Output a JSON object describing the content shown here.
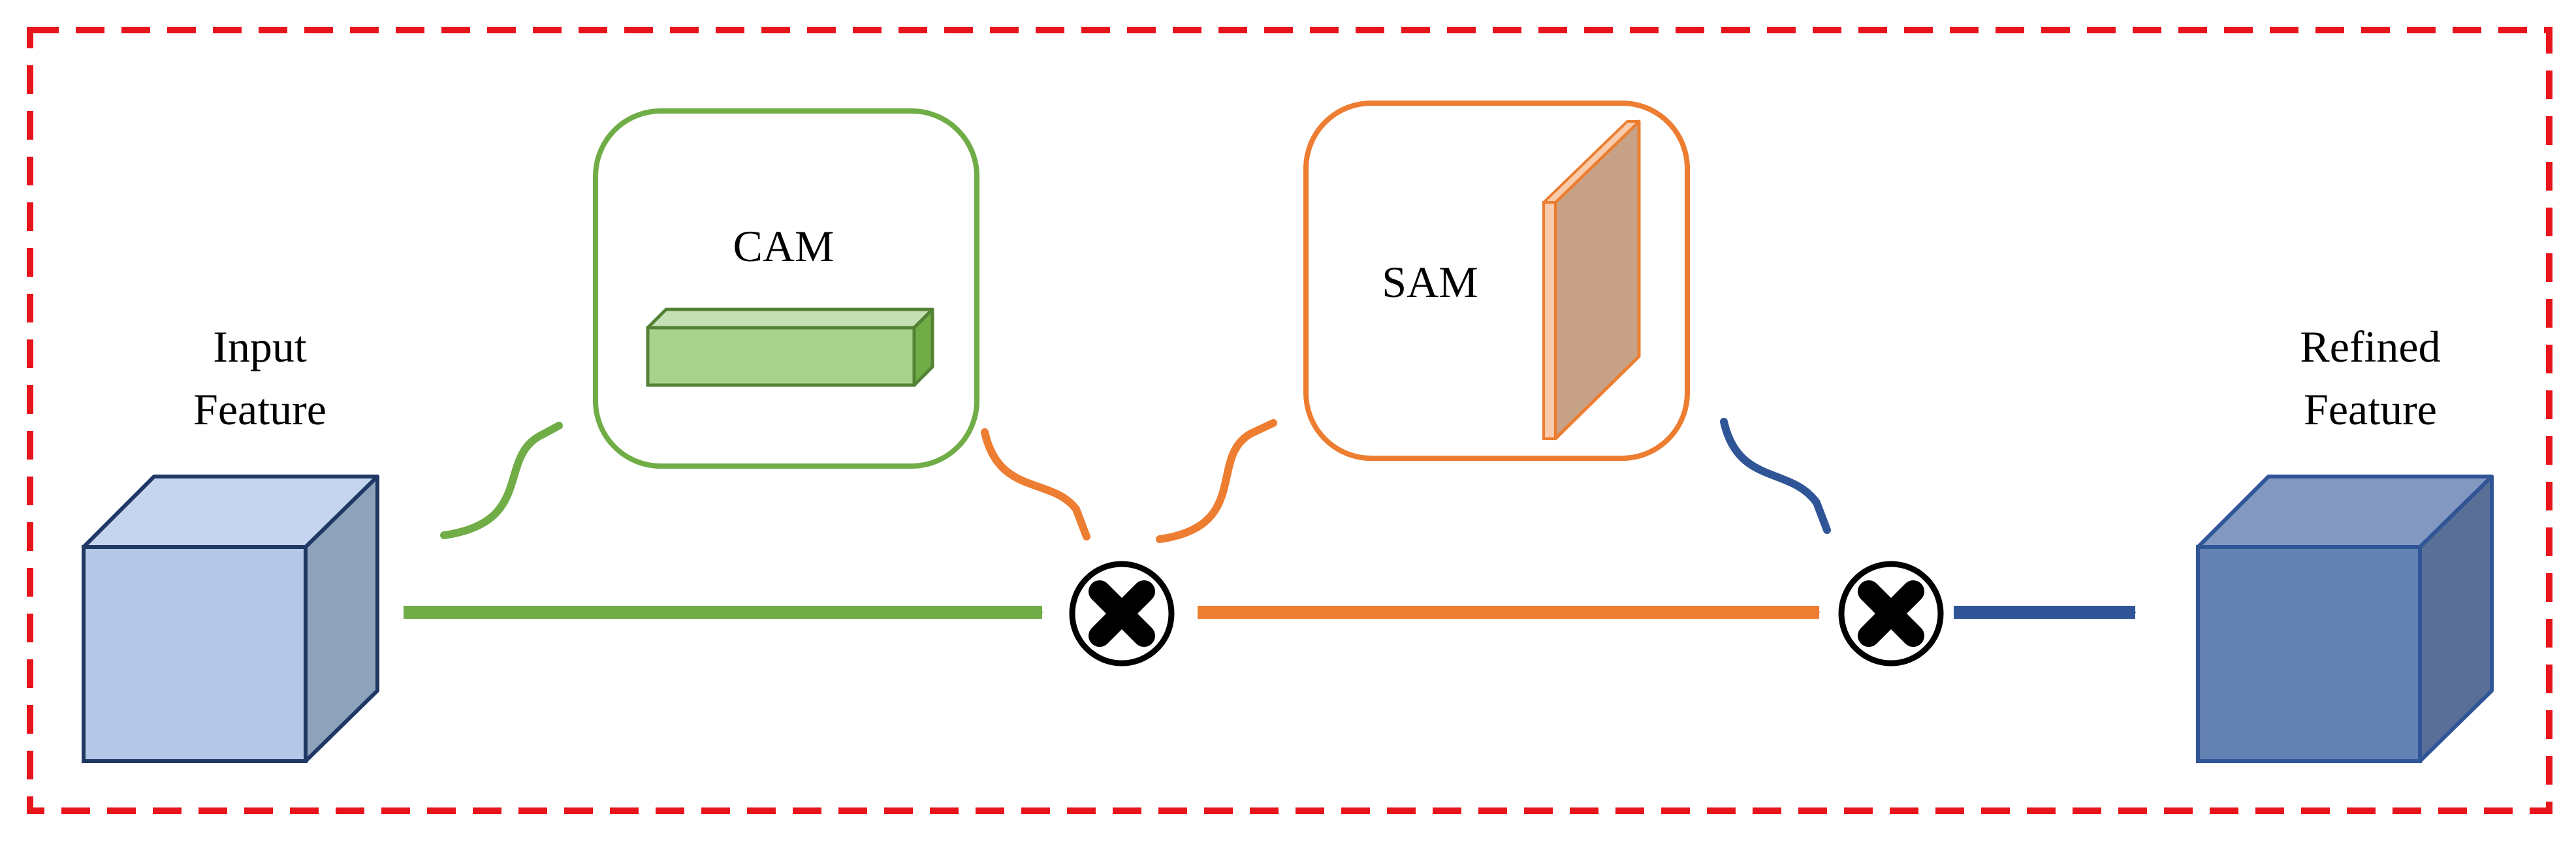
{
  "labels": {
    "input_line1": "Input",
    "input_line2": "Feature",
    "refined_line1": "Refined",
    "refined_line2": "Feature",
    "cam": "CAM",
    "sam": "SAM"
  },
  "colors": {
    "border_dashed": "#e8141c",
    "green": "#70ad47",
    "green_fill": "#a9d18e",
    "green_dark": "#548235",
    "orange": "#ed7d31",
    "sam_plane": "#c8a286",
    "sam_edge": "#f8cbad",
    "blue_dark": "#2f5597",
    "input_cube_front": "#b4c7e7",
    "input_cube_top": "#c5d4ef",
    "input_cube_side": "#8fa2bc",
    "input_cube_stroke": "#1f3864",
    "refined_cube_front": "#6381b2",
    "refined_cube_top": "#8298c1",
    "refined_cube_side": "#5a6f98"
  },
  "icons": {
    "multiply_1": "multiply-icon",
    "multiply_2": "multiply-icon"
  }
}
